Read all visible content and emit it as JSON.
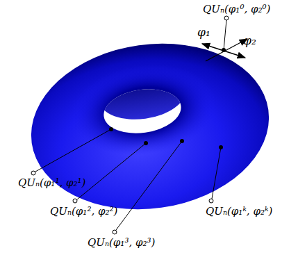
{
  "diagram": {
    "labels": [
      "QUₙ(φ₁⁰, φ₂⁰)",
      "φ₁",
      "φ₂",
      "QUₙ(φ₁¹, φ₂¹)",
      "QUₙ(φ₁², φ₂²)",
      "QUₙ(φ₁³, φ₂³)",
      "QUₙ(φ₁ᵏ, φ₂ᵏ)"
    ]
  }
}
